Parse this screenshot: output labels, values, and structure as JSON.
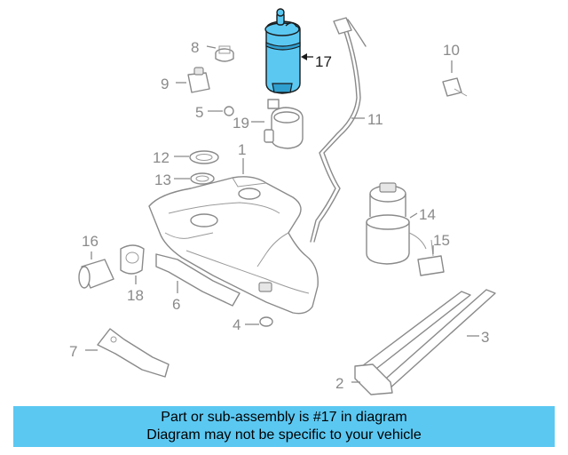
{
  "banner": {
    "line1": "Part or sub-assembly is #17 in diagram",
    "line2": "Diagram may not be specific to your vehicle"
  },
  "callouts": {
    "c1": "1",
    "c2": "2",
    "c3": "3",
    "c4": "4",
    "c5": "5",
    "c6": "6",
    "c7": "7",
    "c8": "8",
    "c9": "9",
    "c10": "10",
    "c11": "11",
    "c12": "12",
    "c13": "13",
    "c14": "14",
    "c15": "15",
    "c16": "16",
    "c17": "17",
    "c18": "18",
    "c19": "19"
  },
  "colors": {
    "highlight": "#5bc8f2",
    "banner": "#5bc8f2"
  }
}
